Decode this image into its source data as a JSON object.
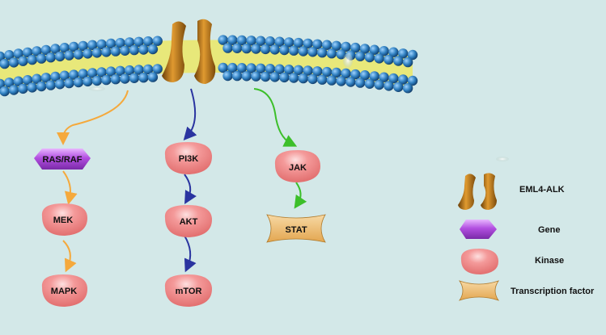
{
  "pathways": {
    "ras": {
      "gene": "RAS/RAF",
      "kinase1": "MEK",
      "kinase2": "MAPK",
      "color": "#f5a93c"
    },
    "pi3k": {
      "kinase1": "PI3K",
      "kinase2": "AKT",
      "kinase3": "mTOR",
      "color": "#2a34a0"
    },
    "jak": {
      "kinase1": "JAK",
      "tf": "STAT",
      "color": "#3cbf2a"
    }
  },
  "legend": {
    "receptor": "EML4-ALK",
    "gene": "Gene",
    "kinase": "Kinase",
    "transcription_factor": "Transcription factor"
  },
  "colors": {
    "background": "#d3e8e8",
    "lipid_head": "#2f7fc0",
    "lipid_tail": "#e8e87a",
    "receptor": "#c27a18",
    "gene": "#b24fe0",
    "kinase": "#ef8080",
    "transcription_factor": "#efbe72"
  },
  "icons": [
    "receptor-icon",
    "gene-icon",
    "kinase-icon",
    "transcription-factor-icon"
  ]
}
